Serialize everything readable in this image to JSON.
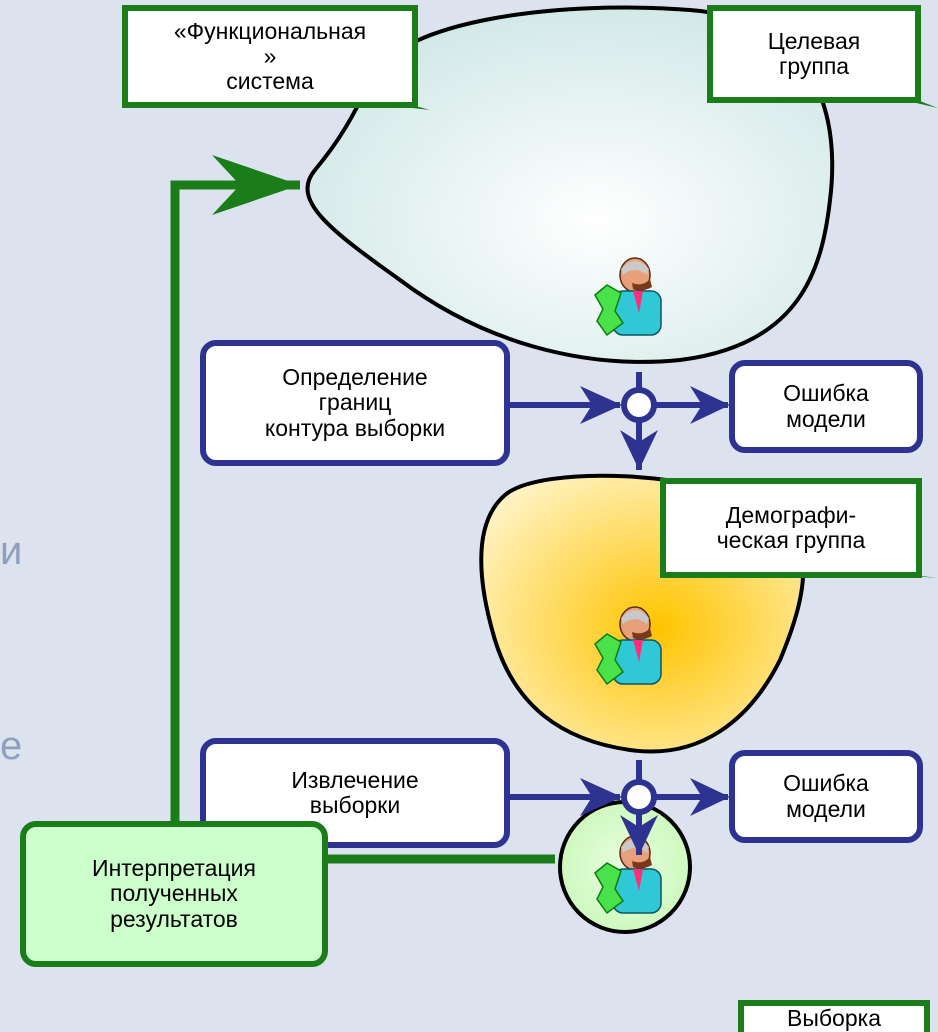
{
  "background": {
    "fragments": [
      "и",
      "е"
    ]
  },
  "callouts": {
    "functional_system": "«Функциональная\n»\nсистема",
    "target_group": "Целевая\nгруппа",
    "demographic_group": "Демографи-\nческая группа",
    "sample": "Выборка"
  },
  "process_boxes": {
    "define_boundaries": "Определение\nграниц\nконтура выборки",
    "extract_sample": "Извлечение\nвыборки",
    "model_error_1": "Ошибка\nмодели",
    "model_error_2": "Ошибка\nмодели",
    "interpretation": "Интерпретация\nполученных\nрезультатов"
  },
  "colors": {
    "blue_outline": "#2e3391",
    "green_outline": "#1a7d1a",
    "green_fill": "#ccffcc",
    "target_blob_fill": "#d9f0ef",
    "demographic_blob_fill": "#ffd54a"
  },
  "icons": [
    "person-with-money-icon"
  ]
}
